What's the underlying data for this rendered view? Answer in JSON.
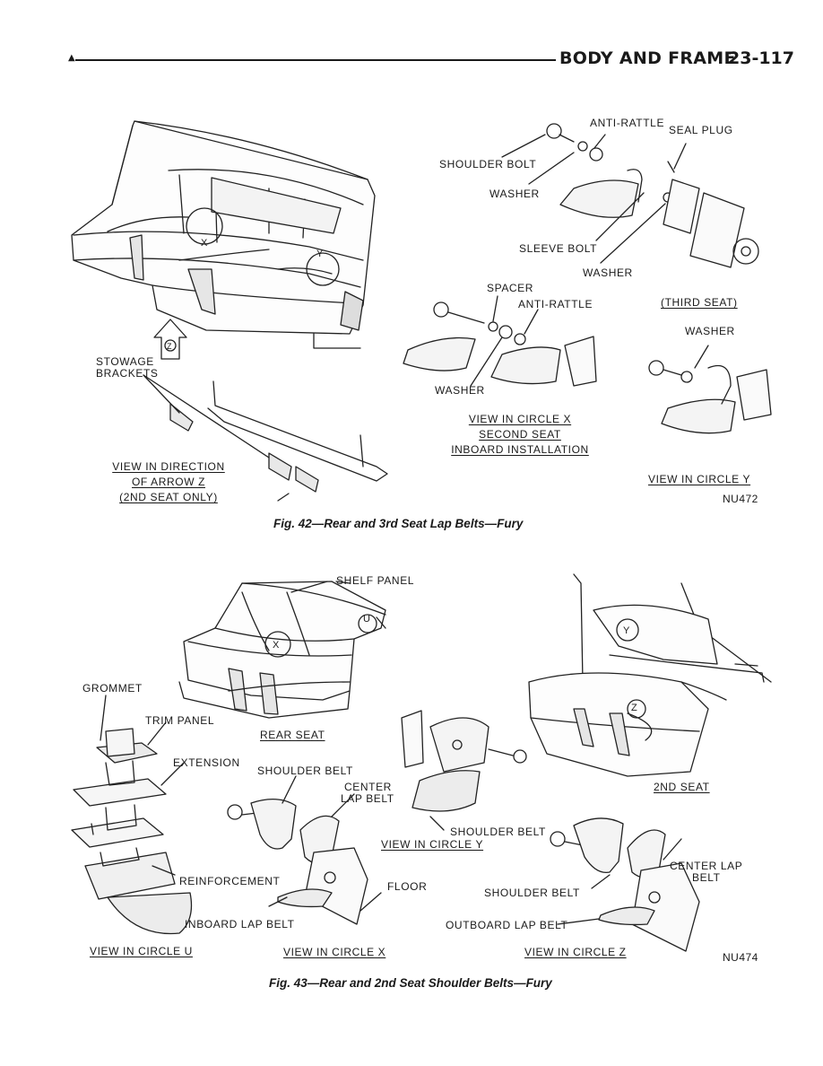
{
  "header": {
    "section_title": "BODY AND FRAME",
    "page_number": "23-117"
  },
  "figure42": {
    "labels": {
      "shoulder_bolt": "SHOULDER BOLT",
      "anti_rattle_top": "ANTI-RATTLE",
      "seal_plug": "SEAL PLUG",
      "washer_top": "WASHER",
      "sleeve_bolt": "SLEEVE BOLT",
      "washer_mid": "WASHER",
      "spacer": "SPACER",
      "anti_rattle_mid": "ANTI-RATTLE",
      "third_seat": "(THIRD SEAT)",
      "washer_right": "WASHER",
      "washer_left": "WASHER",
      "circle_x": "X",
      "circle_y": "Y",
      "arrow_z": "Z",
      "stowage_brackets": [
        "STOWAGE",
        "BRACKETS"
      ],
      "view_direction": [
        "VIEW IN DIRECTION",
        "OF ARROW Z",
        "(2ND SEAT ONLY)"
      ],
      "view_circle_x": [
        "VIEW IN CIRCLE X",
        "SECOND SEAT",
        "INBOARD INSTALLATION"
      ],
      "view_circle_y": "VIEW IN CIRCLE Y"
    },
    "code": "NU472",
    "caption": "Fig. 42—Rear and 3rd Seat Lap Belts—Fury"
  },
  "figure43": {
    "labels": {
      "shelf_panel": "SHELF PANEL",
      "grommet": "GROMMET",
      "trim_panel": "TRIM PANEL",
      "rear_seat": "REAR SEAT",
      "extension": "EXTENSION",
      "shoulder_belt_x": "SHOULDER BELT",
      "center_lap_belt_x": [
        "CENTER",
        "LAP BELT"
      ],
      "reinforcement": "REINFORCEMENT",
      "floor": "FLOOR",
      "inboard_lap_belt": "INBOARD LAP BELT",
      "shoulder_belt_y": "SHOULDER BELT",
      "view_circle_y": "VIEW IN CIRCLE Y",
      "second_seat": "2ND SEAT",
      "center_lap_belt_z": [
        "CENTER LAP",
        "BELT"
      ],
      "shoulder_belt_z": "SHOULDER BELT",
      "outboard_lap_belt": "OUTBOARD LAP BELT",
      "view_circle_u": "VIEW IN CIRCLE U",
      "view_circle_x": "VIEW IN CIRCLE X",
      "view_circle_z": "VIEW IN CIRCLE Z",
      "circle_u": "U",
      "circle_x": "X",
      "circle_y": "Y",
      "circle_z": "Z"
    },
    "code": "NU474",
    "caption": "Fig. 43—Rear and 2nd Seat Shoulder Belts—Fury"
  }
}
